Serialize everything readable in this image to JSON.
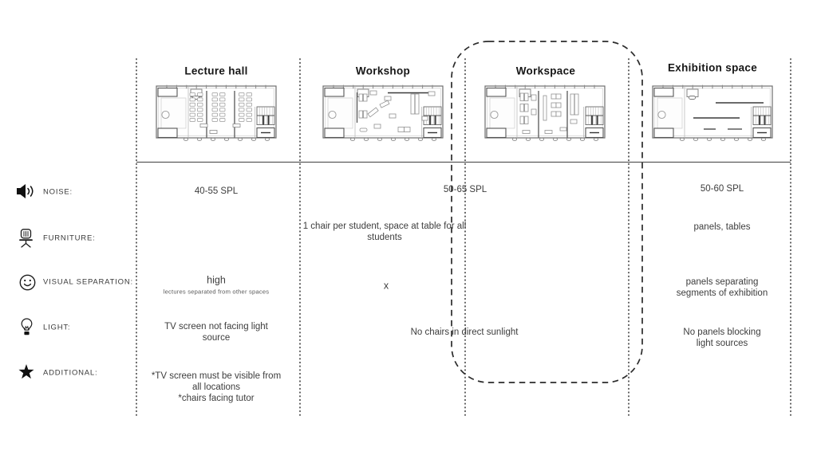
{
  "colors": {
    "background": "#ffffff",
    "header_text": "#161616",
    "body_text": "#3d3d3d",
    "divider_line": "#4a4a4a",
    "highlight_outline": "#2b2b2b",
    "plan_line": "#6e6e6e"
  },
  "columns": [
    {
      "label": "Lecture hall"
    },
    {
      "label": "Workshop"
    },
    {
      "label": "Workspace"
    },
    {
      "label": "Exhibition space"
    }
  ],
  "highlight": {
    "column": "Workspace",
    "style": "dashed rounded outline"
  },
  "criteria": [
    {
      "label": "NOISE:",
      "icon": "speaker-icon"
    },
    {
      "label": "FURNITURE:",
      "icon": "office-chair-icon"
    },
    {
      "label": "VISUAL SEPARATION:",
      "icon": "smiley-face-icon"
    },
    {
      "label": "LIGHT:",
      "icon": "lightbulb-icon"
    },
    {
      "label": "ADDITIONAL:",
      "icon": "star-icon"
    }
  ],
  "cells": {
    "noise_lecture": "40-55 SPL",
    "noise_workshop_workspace": "50-65 SPL",
    "noise_exhibition": "50-60 SPL",
    "furniture_lecture_workshop_workspace": "1 chair per student, space at table for all students",
    "furniture_exhibition": "panels, tables",
    "visual_lecture_value": "high",
    "visual_lecture_note": "lectures separated from other spaces",
    "visual_workshop": "x",
    "visual_exhibition": "panels separating\nsegments of exhibition",
    "light_lecture": "TV screen not facing light\nsource",
    "light_workshop_workspace": "No chairs in direct sunlight",
    "light_exhibition": "No panels blocking\nlight sources",
    "additional_lecture": "*TV screen must be visible from\nall locations\n*chairs facing tutor"
  }
}
